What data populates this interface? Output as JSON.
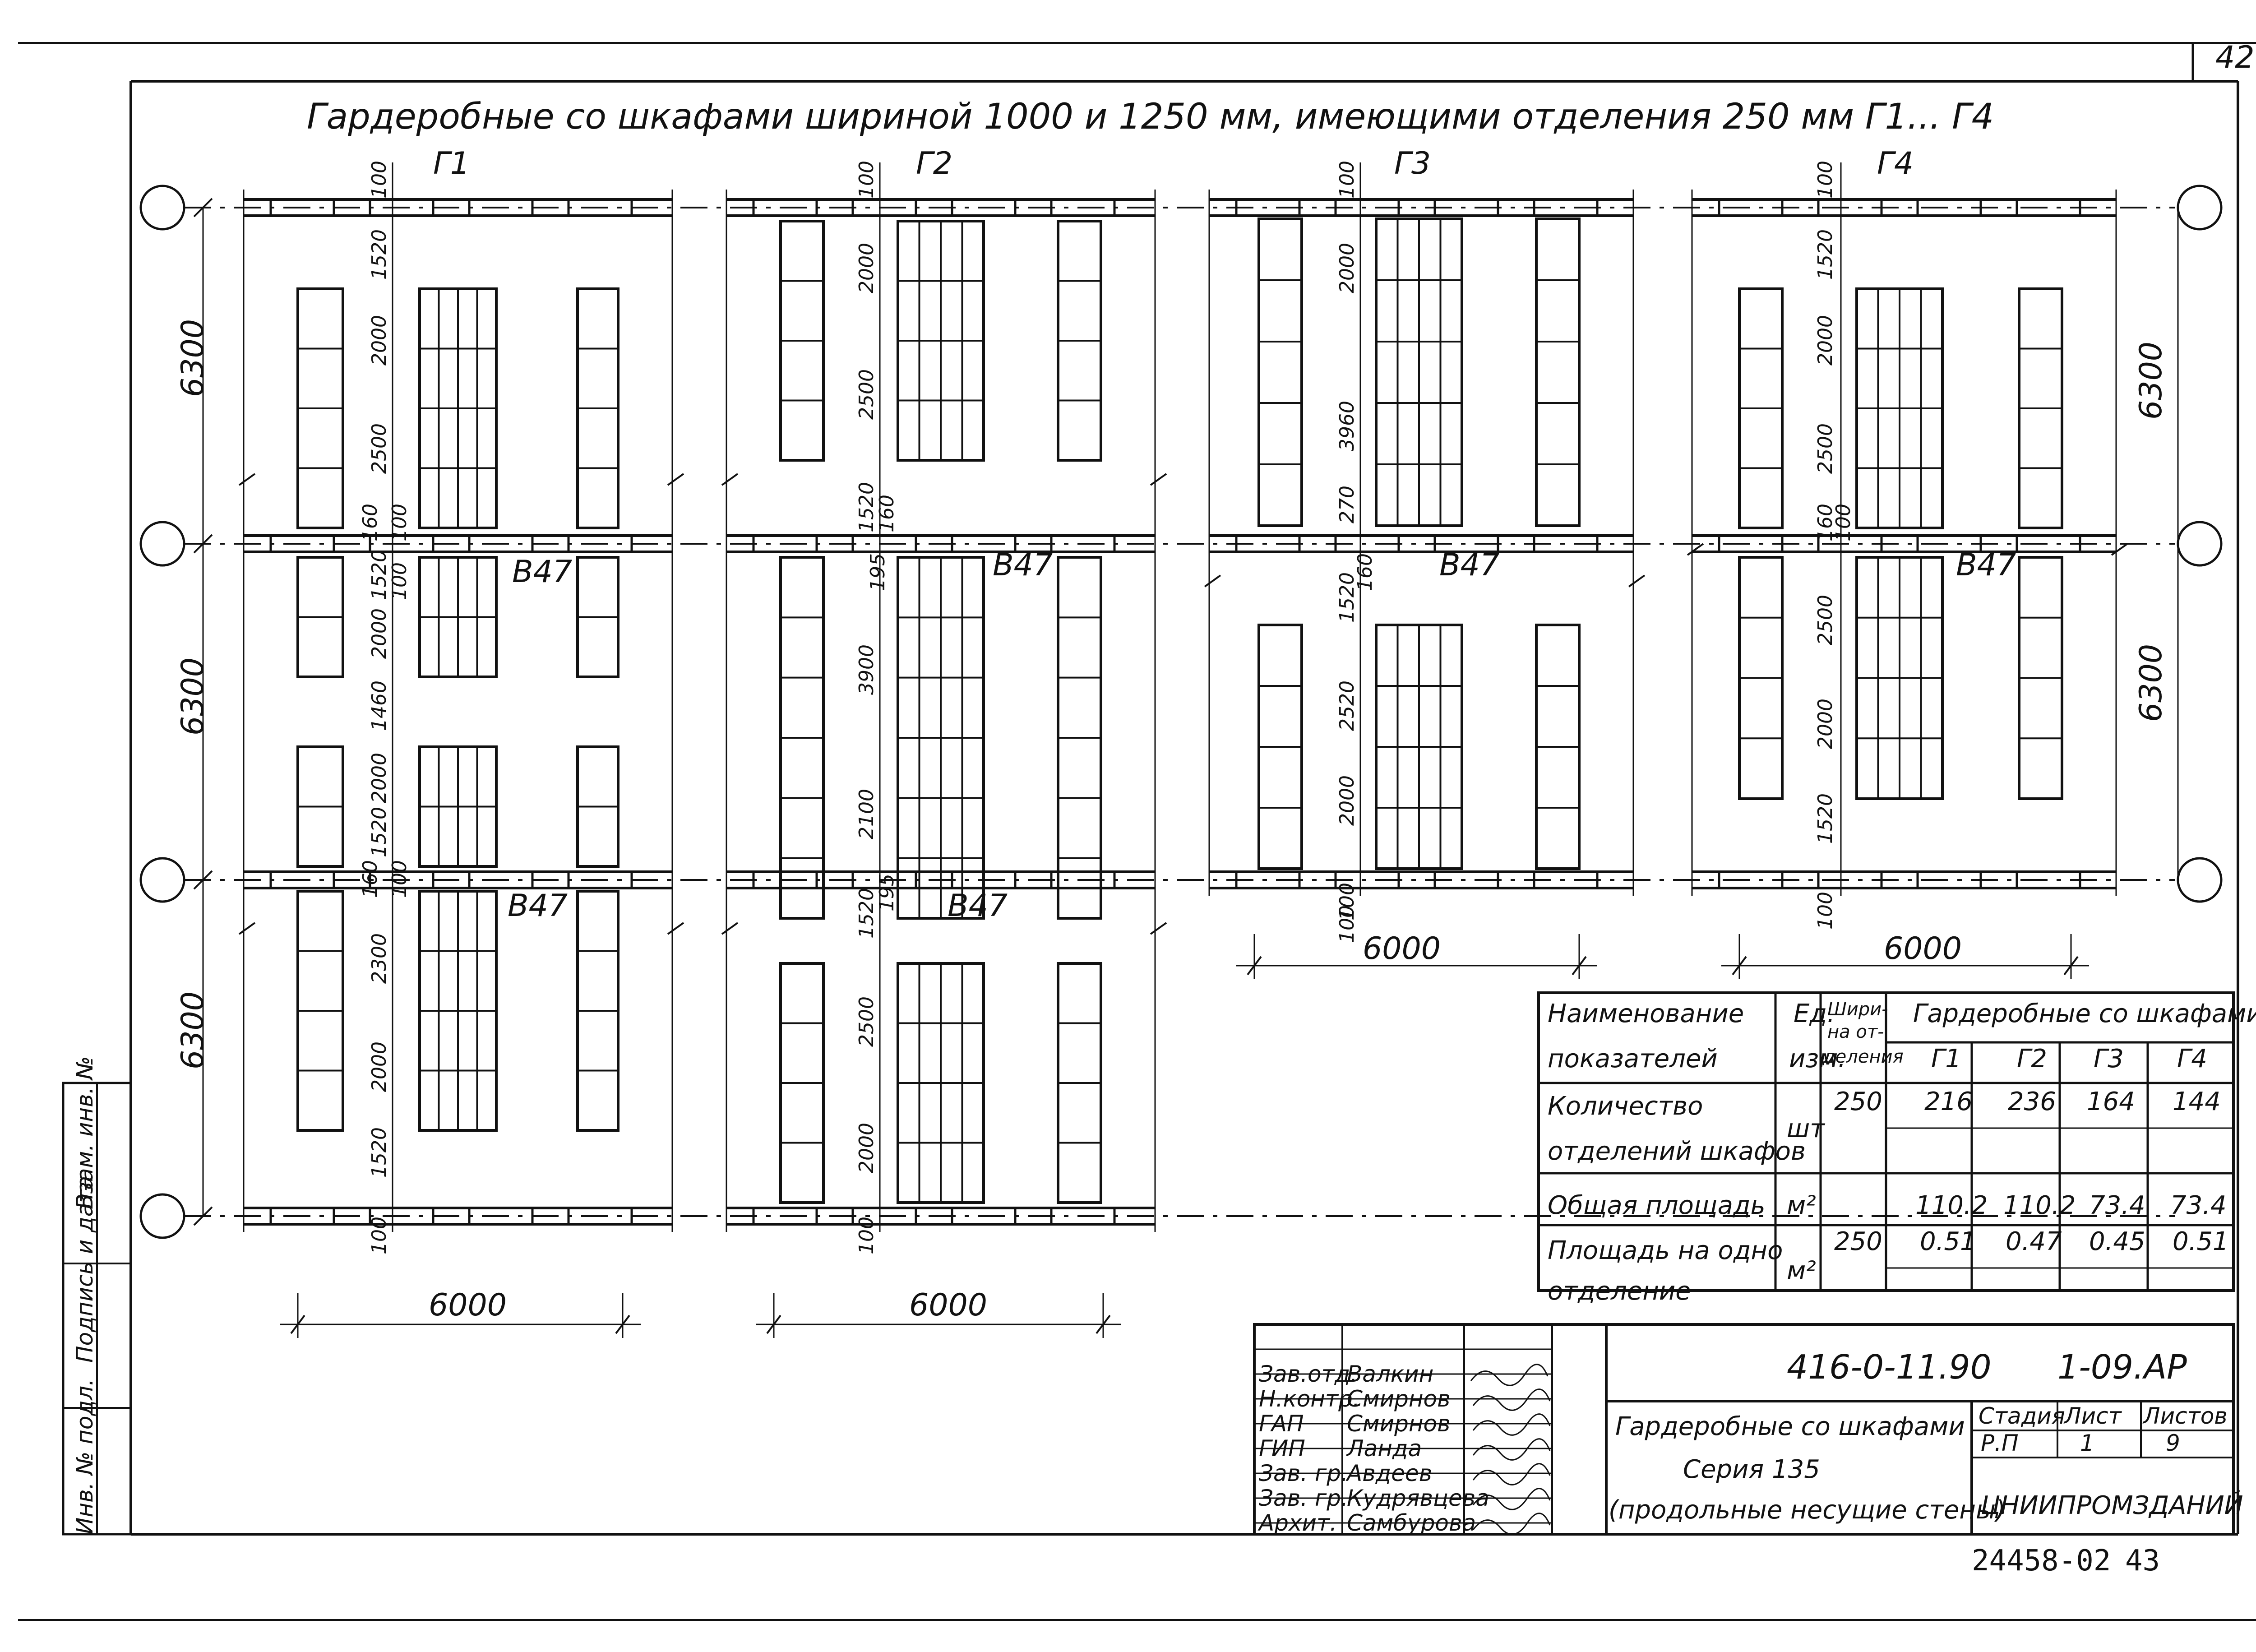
{
  "sheet_number": "42",
  "title": "Гардеробные со шкафами шириной 1000 и 1250 мм, имеющими отделения 250 мм Г1... Г4",
  "variants": [
    "Г1",
    "Г2",
    "Г3",
    "Г4"
  ],
  "room_label": "В47",
  "span_label": "6000",
  "bay_label": "6300",
  "dims": {
    "g1": [
      "100",
      "1520",
      "2000",
      "2500",
      "160",
      "100",
      "1520",
      "100",
      "2000",
      "1460",
      "2000",
      "1520",
      "160",
      "100",
      "2300",
      "2000",
      "1520",
      "100"
    ],
    "g2": [
      "100",
      "2000",
      "2500",
      "1520",
      "160",
      "195",
      "3900",
      "2100",
      "195",
      "1520",
      "2500",
      "2000",
      "100"
    ],
    "g3": [
      "100",
      "2000",
      "3960",
      "270",
      "1520",
      "160",
      "2520",
      "2000",
      "100",
      "100"
    ],
    "g4": [
      "100",
      "1520",
      "2000",
      "2500",
      "160",
      "100",
      "2500",
      "2000",
      "1520",
      "100"
    ]
  },
  "table": {
    "headers": {
      "name": [
        "Наименование",
        "показателей"
      ],
      "unit": [
        "Ед.",
        "изм."
      ],
      "width": [
        "Шири-",
        "на от-",
        "деления"
      ],
      "group": "Гардеробные со шкафами",
      "cols": [
        "Г1",
        "Г2",
        "Г3",
        "Г4"
      ]
    },
    "rows": [
      {
        "name": [
          "Количество",
          "отделений шкафов"
        ],
        "unit": "шт",
        "width": "250",
        "values": [
          "216",
          "236",
          "164",
          "144"
        ]
      },
      {
        "name": [
          "Общая площадь"
        ],
        "unit": "м²",
        "width": "",
        "values": [
          "110.2",
          "110.2",
          "73.4",
          "73.4"
        ]
      },
      {
        "name": [
          "Площадь на одно",
          "отделение"
        ],
        "unit": "м²",
        "width": "250",
        "values": [
          "0.51",
          "0.47",
          "0.45",
          "0.51"
        ]
      }
    ]
  },
  "stamp": {
    "code": "416-0-11.90",
    "sheet_code": "1-09.АР",
    "roles": [
      "Зав.отд.",
      "Н.контр.",
      "ГАП",
      "ГИП",
      "Зав. гр.",
      "Зав. гр.",
      "Архит."
    ],
    "names": [
      "Валкин",
      "Смирнов",
      "Смирнов",
      "Ланда",
      "Авдеев",
      "Кудрявцева",
      "Самбурова"
    ],
    "description": [
      "Гардеробные со шкафами",
      "Серия 135",
      "(продольные несущие стены)"
    ],
    "stage_label": "Стадия",
    "sheet_label": "Лист",
    "sheets_label": "Листов",
    "stage": "Р.П",
    "sheet": "1",
    "sheets": "9",
    "org": "ЦНИИПРОМЗДАНИЙ"
  },
  "side_labels": [
    "Инв. № подл.",
    "Подпись и дата",
    "Взам. инв. №"
  ],
  "footer_code": "24458-02",
  "footer_page": "43"
}
